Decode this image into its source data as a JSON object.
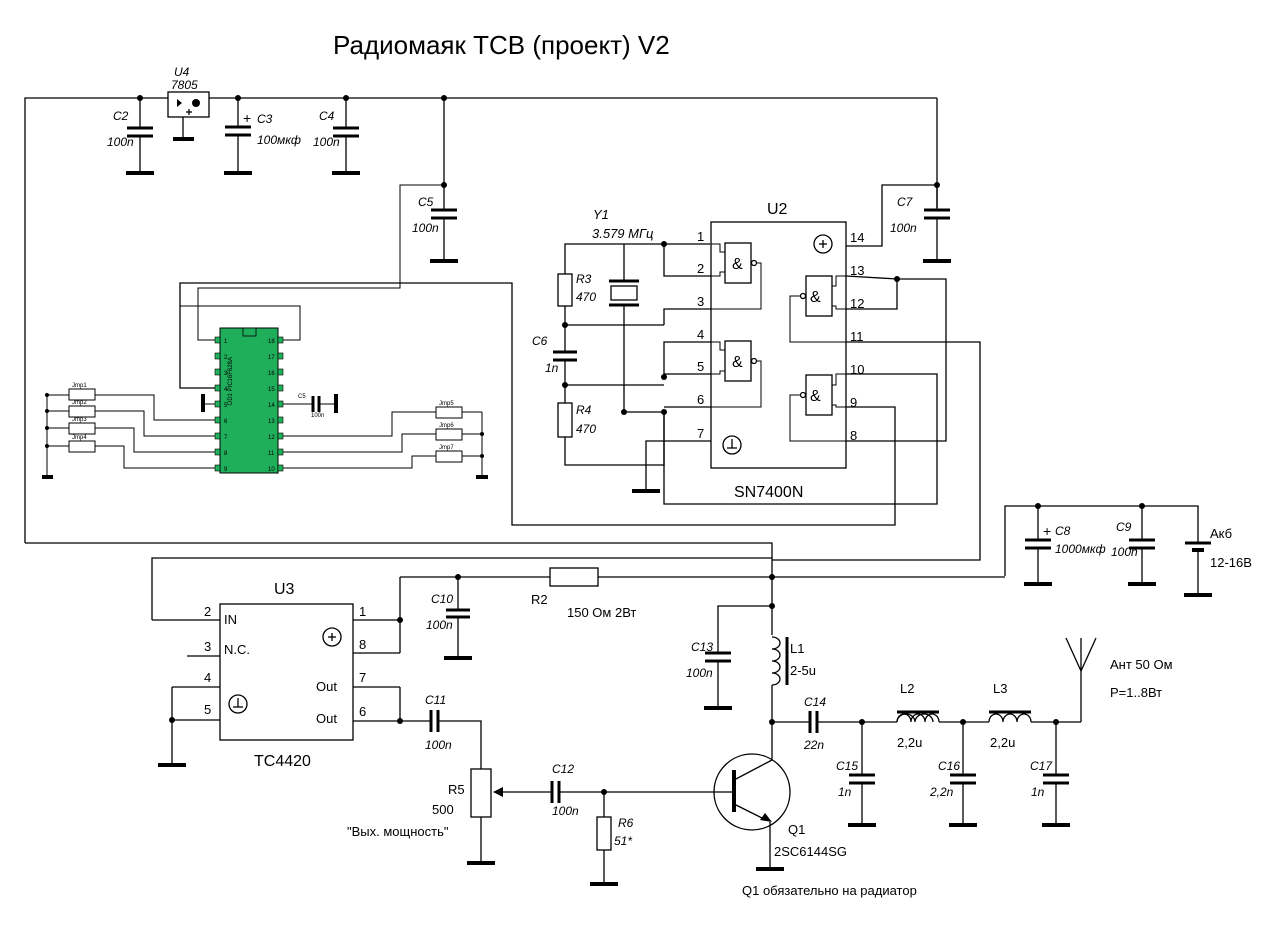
{
  "title": "Радиомаяк ТСВ (проект) V2",
  "parts": {
    "u4": {
      "ref": "U4",
      "value": "7805"
    },
    "c2": {
      "ref": "C2",
      "value": "100n"
    },
    "c3": {
      "ref": "C3",
      "value": "100мкф",
      "plus": "+"
    },
    "c4": {
      "ref": "C4",
      "value": "100n"
    },
    "c5": {
      "ref": "C5",
      "value": "100n"
    },
    "c7": {
      "ref": "C7",
      "value": "100n"
    },
    "y1": {
      "ref": "Y1",
      "value": "3.579 МГц"
    },
    "r3": {
      "ref": "R3",
      "value": "470"
    },
    "c6": {
      "ref": "C6",
      "value": "1n"
    },
    "r4": {
      "ref": "R4",
      "value": "470"
    },
    "u2": {
      "ref": "U2",
      "value": "SN7400N",
      "gate": "&",
      "pins": [
        "1",
        "2",
        "3",
        "4",
        "5",
        "6",
        "7",
        "8",
        "9",
        "10",
        "11",
        "12",
        "13",
        "14"
      ]
    },
    "dd1": {
      "ref": "DD1 PIC16F628A",
      "pins": [
        "1",
        "2",
        "3",
        "4",
        "5",
        "6",
        "7",
        "8",
        "9",
        "18",
        "17",
        "16",
        "15",
        "14",
        "13",
        "12",
        "11",
        "10"
      ],
      "cap_ref": "C5",
      "cap_value": "100n"
    },
    "jumpers": [
      "Jmp1",
      "Jmp2",
      "Jmp3",
      "Jmp4",
      "Jmp5",
      "Jmp6",
      "Jmp7"
    ],
    "c8": {
      "ref": "C8",
      "value": "1000мкф",
      "plus": "+"
    },
    "c9": {
      "ref": "C9",
      "value": "100n"
    },
    "bat": {
      "ref": "Акб",
      "value": "12-16В"
    },
    "u3": {
      "ref": "U3",
      "value": "TC4420",
      "in": "IN",
      "nc": "N.C.",
      "out": "Out",
      "pins": [
        "1",
        "2",
        "3",
        "4",
        "5",
        "6",
        "7",
        "8"
      ]
    },
    "c10": {
      "ref": "C10",
      "value": "100n"
    },
    "r2": {
      "ref": "R2",
      "value": "150 Ом 2Вт"
    },
    "c13": {
      "ref": "C13",
      "value": "100n"
    },
    "l1": {
      "ref": "L1",
      "value": "2-5u"
    },
    "c11": {
      "ref": "C11",
      "value": "100n"
    },
    "r5": {
      "ref": "R5",
      "value": "500",
      "note": "\"Вых. мощность\""
    },
    "c12": {
      "ref": "C12",
      "value": "100n"
    },
    "r6": {
      "ref": "R6",
      "value": "51*"
    },
    "q1": {
      "ref": "Q1",
      "value": "2SC6144SG",
      "note": "Q1 обязательно на радиатор"
    },
    "c14": {
      "ref": "C14",
      "value": "22n"
    },
    "c15": {
      "ref": "C15",
      "value": "1n"
    },
    "l2": {
      "ref": "L2",
      "value": "2,2u"
    },
    "c16": {
      "ref": "C16",
      "value": "2,2n"
    },
    "l3": {
      "ref": "L3",
      "value": "2,2u"
    },
    "c17": {
      "ref": "C17",
      "value": "1n"
    },
    "ant": {
      "ref": "Ант 50 Ом",
      "power": "P=1..8Вт"
    }
  }
}
